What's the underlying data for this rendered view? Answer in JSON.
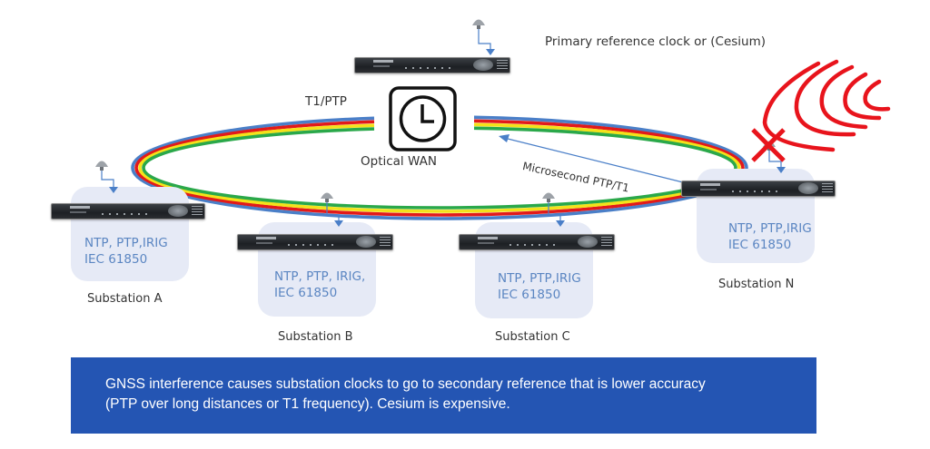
{
  "title": "GNSS interference and substation clock synchronization",
  "labels": {
    "primary_reference": "Primary reference clock  or (Cesium)",
    "t1_ptp": "T1/PTP",
    "optical_wan": "Optical WAN",
    "microsecond_link": "Microsecond PTP/T1"
  },
  "substations": [
    {
      "name": "Substation A",
      "protocols": "NTP, PTP,IRIG\nIEC 61850",
      "gnss_ok": true
    },
    {
      "name": "Substation B",
      "protocols": "NTP, PTP, IRIG,\nIEC 61850",
      "gnss_ok": true
    },
    {
      "name": "Substation C",
      "protocols": "NTP, PTP,IRIG\nIEC 61850",
      "gnss_ok": true
    },
    {
      "name": "Substation N",
      "protocols": "NTP, PTP,IRIG\nIEC 61850",
      "gnss_ok": false
    }
  ],
  "callout": {
    "text": "GNSS interference causes substation clocks to go to secondary reference that is lower accuracy\n(PTP over long distances or T1 frequency). Cesium is expensive."
  },
  "icons": {
    "central_clock": "clock-icon",
    "antenna": "gnss-antenna-icon",
    "interference": "jamming-waves-icon",
    "blocked": "red-x-icon"
  },
  "colors": {
    "fiber_blue": "#4a7fc8",
    "fiber_red": "#e21a1a",
    "fiber_yellow": "#f4e21a",
    "fiber_green": "#2aa84a",
    "panel_bg": "#e6eaf6",
    "panel_text": "#5b86c2",
    "callout_bg": "#2455b3",
    "interference_red": "#e8141c"
  }
}
